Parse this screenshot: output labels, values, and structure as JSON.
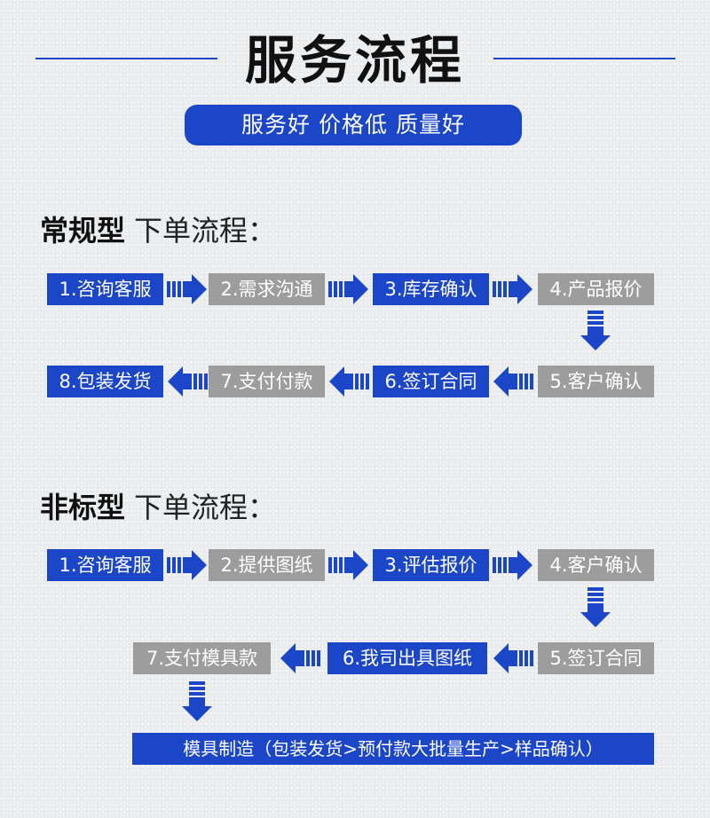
{
  "header": {
    "title": "服务流程",
    "slogan": "服务好 价格低 质量好"
  },
  "colors": {
    "accent": "#1b46c8",
    "gray_box": "#9d9d9d",
    "background": "#eceef0"
  },
  "section_regular": {
    "title_bold": "常规型",
    "title_rest": "下单流程：",
    "steps": [
      "1.咨询客服",
      "2.需求沟通",
      "3.库存确认",
      "4.产品报价",
      "5.客户确认",
      "6.签订合同",
      "7.支付付款",
      "8.包装发货"
    ]
  },
  "section_custom": {
    "title_bold": "非标型",
    "title_rest": "下单流程：",
    "steps": [
      "1.咨询客服",
      "2.提供图纸",
      "3.评估报价",
      "4.客户确认",
      "5.签订合同",
      "6.我司出具图纸",
      "7.支付模具款"
    ],
    "final_step": "模具制造（包装发货>预付款大批量生产>样品确认）"
  },
  "icons": [
    "arrow-right-icon",
    "arrow-left-icon",
    "arrow-down-icon"
  ]
}
